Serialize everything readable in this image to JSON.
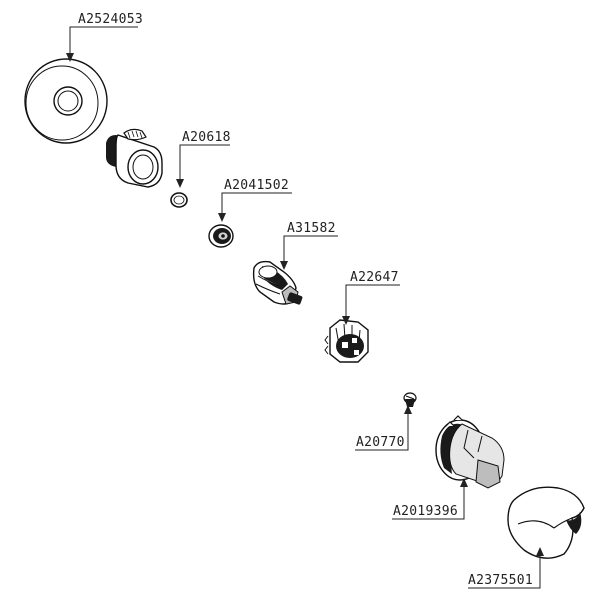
{
  "callouts": [
    {
      "id": "escutcheon",
      "label": "A2524053"
    },
    {
      "id": "o-ring",
      "label": "A20618"
    },
    {
      "id": "nut",
      "label": "A2041502"
    },
    {
      "id": "cartridge",
      "label": "A31582"
    },
    {
      "id": "adapter",
      "label": "A22647"
    },
    {
      "id": "screw",
      "label": "A20770"
    },
    {
      "id": "handle-base",
      "label": "A2019396"
    },
    {
      "id": "handle-cap",
      "label": "A2375501"
    }
  ],
  "colors": {
    "line": "#111111",
    "background": "#ffffff"
  }
}
